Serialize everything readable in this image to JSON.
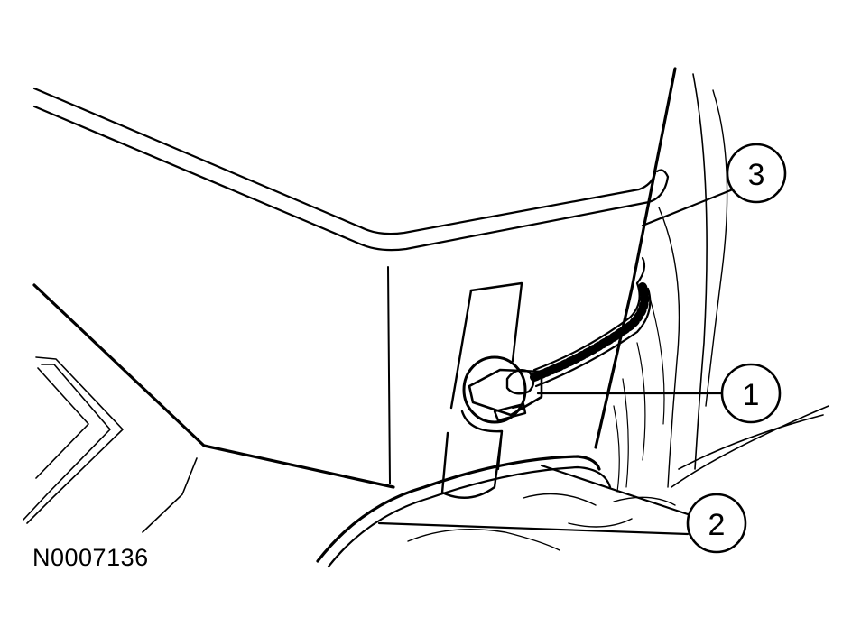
{
  "figure_id": "N0007136",
  "callouts": [
    {
      "label": "1"
    },
    {
      "label": "2"
    },
    {
      "label": "3"
    }
  ]
}
